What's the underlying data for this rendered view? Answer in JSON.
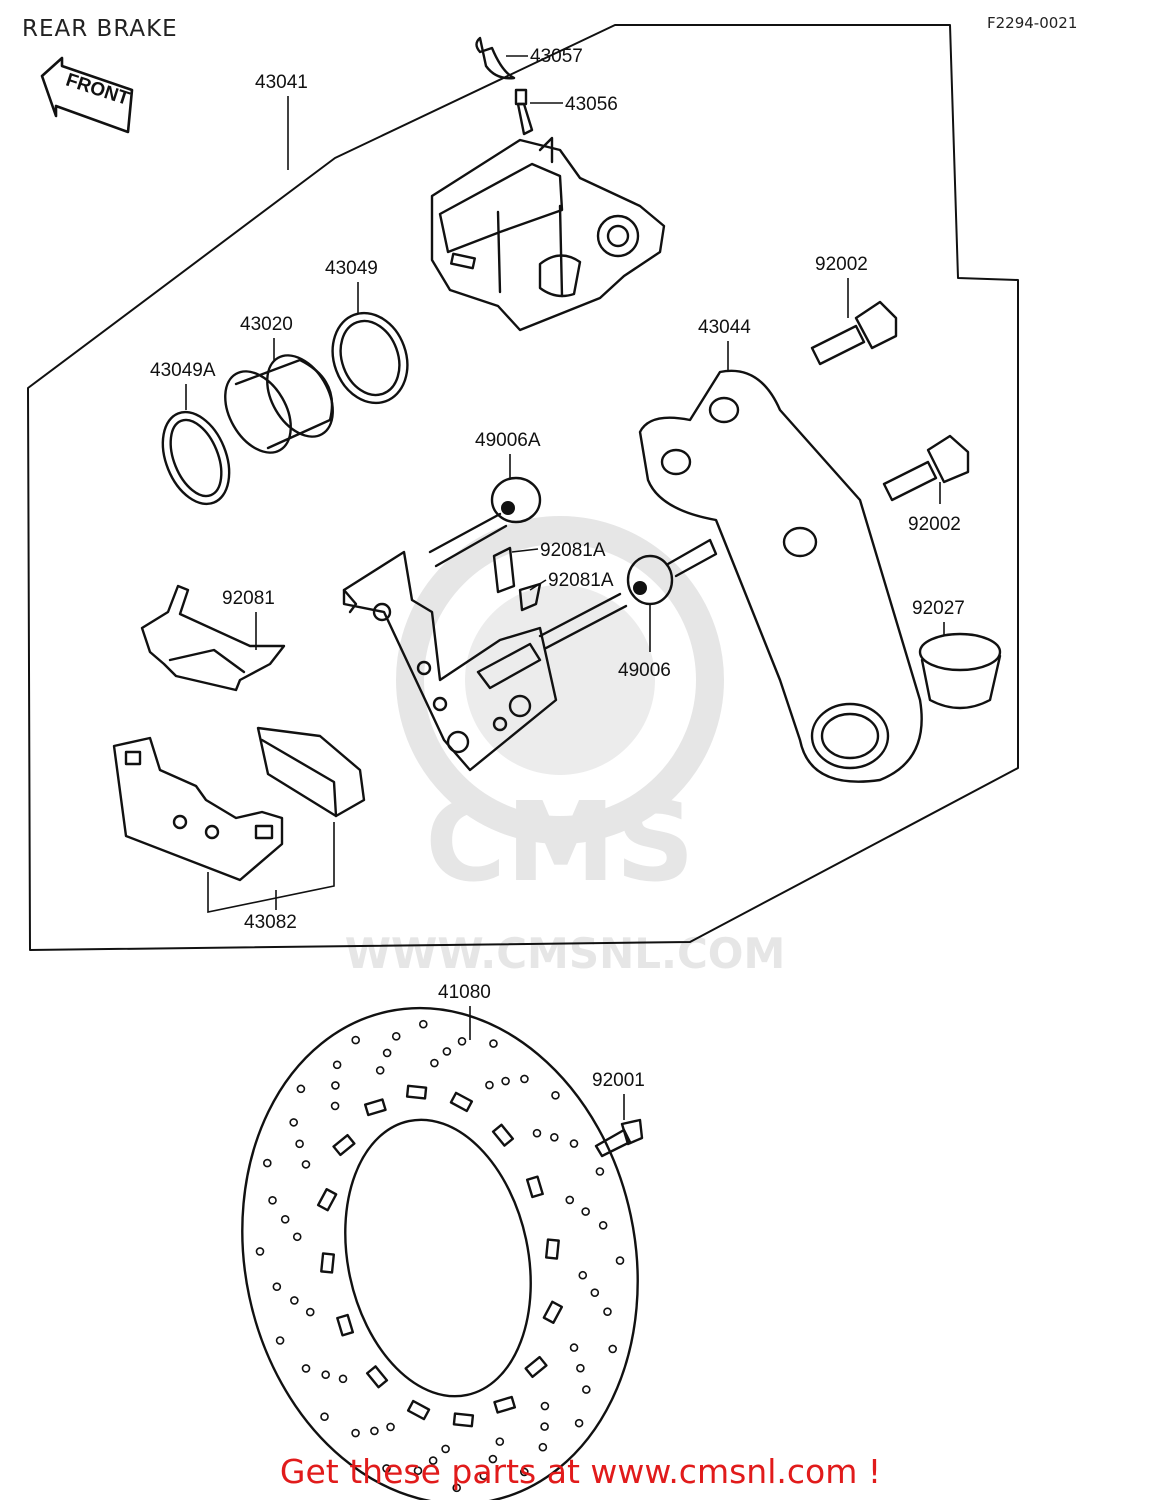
{
  "page": {
    "title": "REAR BRAKE",
    "figure_code": "F2294-0021",
    "front_label": "FRONT",
    "cta_text": "Get these parts at www.cmsnl.com !"
  },
  "watermark": {
    "logo_text": "CMS",
    "url_text": "WWW.CMSNL.COM"
  },
  "colors": {
    "ink": "#111111",
    "cta": "#e11b1b",
    "watermark": "#e6e6e6"
  },
  "parts": [
    {
      "id": "p43057",
      "number": "43057"
    },
    {
      "id": "p43056",
      "number": "43056"
    },
    {
      "id": "p43041",
      "number": "43041"
    },
    {
      "id": "p43049",
      "number": "43049"
    },
    {
      "id": "p43020",
      "number": "43020"
    },
    {
      "id": "p43049A",
      "number": "43049A"
    },
    {
      "id": "p92002a",
      "number": "92002"
    },
    {
      "id": "p43044",
      "number": "43044"
    },
    {
      "id": "p49006A",
      "number": "49006A"
    },
    {
      "id": "p92002b",
      "number": "92002"
    },
    {
      "id": "p92081A1",
      "number": "92081A"
    },
    {
      "id": "p92081A2",
      "number": "92081A"
    },
    {
      "id": "p92081",
      "number": "92081"
    },
    {
      "id": "p92027",
      "number": "92027"
    },
    {
      "id": "p49006",
      "number": "49006"
    },
    {
      "id": "p43082",
      "number": "43082"
    },
    {
      "id": "p41080",
      "number": "41080"
    },
    {
      "id": "p92001",
      "number": "92001"
    }
  ]
}
